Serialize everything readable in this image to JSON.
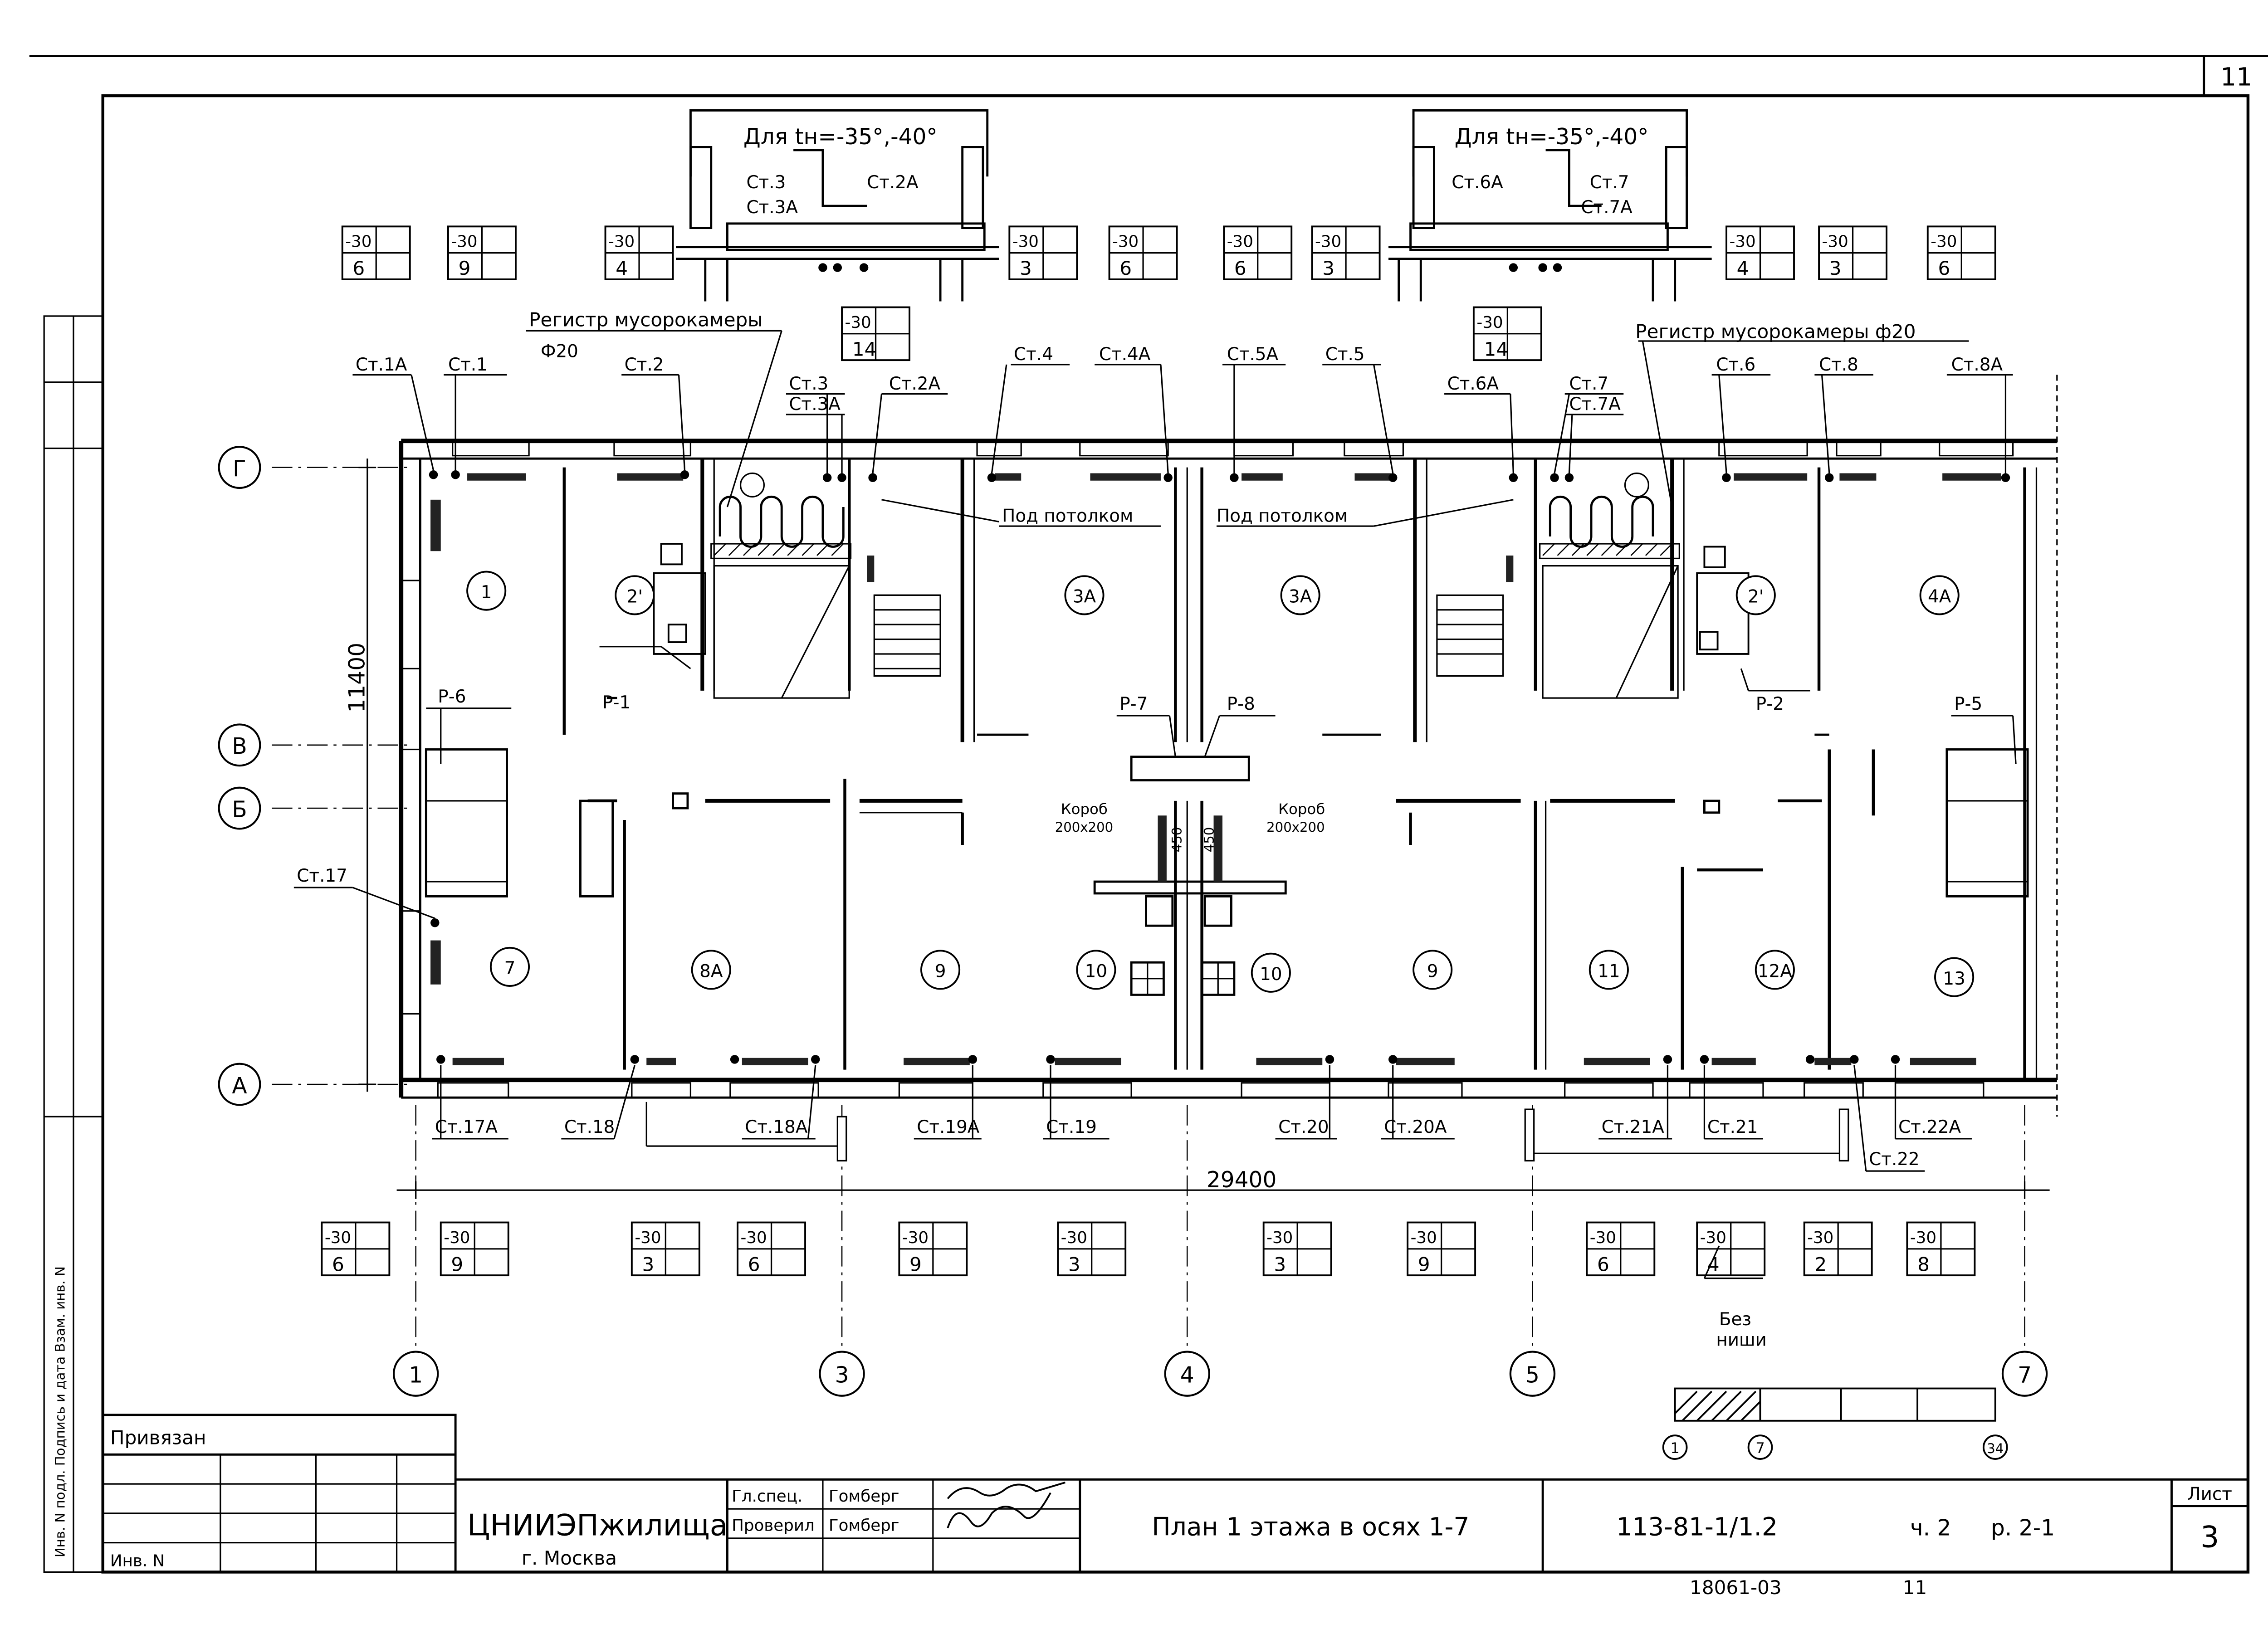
{
  "sheet_number_top": "11",
  "details": {
    "left": {
      "title": "Для  tн=-35°,-40°",
      "labels": [
        "Ст.3",
        "Ст.3А",
        "Ст.2А"
      ]
    },
    "right": {
      "title": "Для  tн=-35°,-40°",
      "labels": [
        "Ст.6А",
        "Ст.7",
        "Ст.7А"
      ]
    }
  },
  "radiator_marks_top": [
    {
      "top": "-30",
      "bottom": "6"
    },
    {
      "top": "-30",
      "bottom": "9"
    },
    {
      "top": "-30",
      "bottom": "4"
    },
    {
      "top": "-30",
      "bottom": "3"
    },
    {
      "top": "-30",
      "bottom": "6"
    },
    {
      "top": "-30",
      "bottom": "6"
    },
    {
      "top": "-30",
      "bottom": "3"
    },
    {
      "top": "-30",
      "bottom": "4"
    },
    {
      "top": "-30",
      "bottom": "3"
    },
    {
      "top": "-30",
      "bottom": "6"
    }
  ],
  "radiator_marks_mid": [
    {
      "top": "-30",
      "bottom": "14"
    },
    {
      "top": "-30",
      "bottom": "14"
    }
  ],
  "radiator_marks_bottom": [
    {
      "top": "-30",
      "bottom": "6"
    },
    {
      "top": "-30",
      "bottom": "9"
    },
    {
      "top": "-30",
      "bottom": "3"
    },
    {
      "top": "-30",
      "bottom": "6"
    },
    {
      "top": "-30",
      "bottom": "9"
    },
    {
      "top": "-30",
      "bottom": "3"
    },
    {
      "top": "-30",
      "bottom": "3"
    },
    {
      "top": "-30",
      "bottom": "9"
    },
    {
      "top": "-30",
      "bottom": "6"
    },
    {
      "top": "-30",
      "bottom": "4"
    },
    {
      "top": "-30",
      "bottom": "2"
    },
    {
      "top": "-30",
      "bottom": "8"
    }
  ],
  "register_left": {
    "line1": "Регистр мусорокамеры",
    "line2": "Ф20"
  },
  "register_right": "Регистр мусорокамеры  ф20",
  "under_ceiling": [
    "Под потолком",
    "Под потолком"
  ],
  "riser_labels_top": [
    "Ст.1А",
    "Ст.1",
    "Ст.2",
    "Ст.3",
    "Ст.3А",
    "Ст.2А",
    "Ст.4",
    "Ст.4А",
    "Ст.5А",
    "Ст.5",
    "Ст.6А",
    "Ст.7",
    "Ст.7А",
    "Ст.6",
    "Ст.8",
    "Ст.8А"
  ],
  "riser_labels_bottom": [
    "Ст.17А",
    "Ст.18",
    "Ст.18А",
    "Ст.19А",
    "Ст.19",
    "Ст.20",
    "Ст.20А",
    "Ст.21А",
    "Ст.21",
    "Ст.22А",
    "Ст.22"
  ],
  "riser_17": "Ст.17",
  "p_labels": [
    "Р-6",
    "Р-1",
    "Р-7",
    "Р-8",
    "Р-2",
    "Р-5"
  ],
  "duct": {
    "label": "Короб",
    "size": "200х200",
    "dim": "450"
  },
  "rooms": [
    "1",
    "2'",
    "3А",
    "3А",
    "2'",
    "4А",
    "7",
    "8А",
    "9",
    "10",
    "10",
    "9",
    "11",
    "12А",
    "13"
  ],
  "axes_rows": [
    "Г",
    "В",
    "Б",
    "А"
  ],
  "axes_cols": [
    "1",
    "3",
    "4",
    "5",
    "7"
  ],
  "dim_vertical": "11400",
  "dim_horizontal": "29400",
  "no_niche": {
    "line1": "Без",
    "line2": "ниши"
  },
  "scale_key": [
    "1",
    "7",
    "34"
  ],
  "title_block": {
    "attached": "Привязан",
    "inv": "Инв. N",
    "org": "ЦНИИЭПжилища",
    "city": "г. Москва",
    "role1": "Гл.спец.",
    "name1": "Гомберг",
    "role2": "Проверил",
    "name2": "Гомберг",
    "title": "План 1 этажа в осях 1-7",
    "code": "113-81-1/1.2",
    "part": "ч. 2",
    "section": "р. 2-1",
    "sheet_label": "Лист",
    "sheet_num": "3"
  },
  "bottom_note": "18061-03",
  "bottom_note_2": "11",
  "side_strip": "Инв. N подл.   Подпись и дата   Взам. инв. N"
}
